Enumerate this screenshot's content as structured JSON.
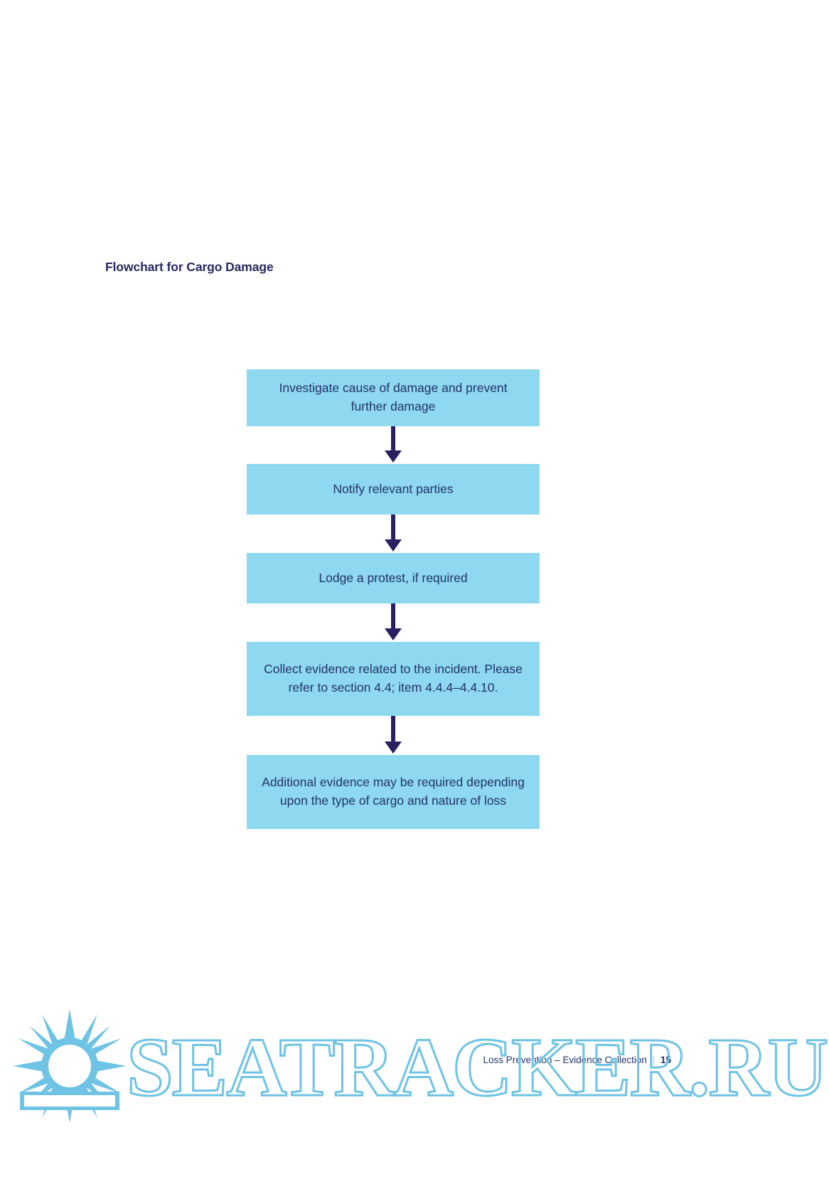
{
  "document": {
    "section_title": "Flowchart for Cargo Damage"
  },
  "flowchart": {
    "type": "flowchart",
    "orientation": "vertical",
    "node_fill_color": "#8ed8f0",
    "node_text_color": "#23336b",
    "connector_color": "#2a2060",
    "nodes": [
      {
        "id": "n1",
        "text": "Investigate cause of damage and prevent further damage"
      },
      {
        "id": "n2",
        "text": "Notify relevant parties"
      },
      {
        "id": "n3",
        "text": "Lodge a protest, if required"
      },
      {
        "id": "n4",
        "text": "Collect evidence related to the incident. Please refer to section 4.4; item 4.4.4–4.4.10."
      },
      {
        "id": "n5",
        "text": "Additional evidence may be required depending upon the type of cargo and nature of loss"
      }
    ],
    "edges": [
      {
        "from": "n1",
        "to": "n2",
        "arrow": "down"
      },
      {
        "from": "n2",
        "to": "n3",
        "arrow": "down"
      },
      {
        "from": "n3",
        "to": "n4",
        "arrow": "down"
      },
      {
        "from": "n4",
        "to": "n5",
        "arrow": "down"
      }
    ]
  },
  "footer": {
    "title": "Loss Prevention – Evidence Collection",
    "separator": "|",
    "page_number": "15"
  },
  "watermark": {
    "text": "SEATRACKER.RU",
    "color": "#6fc3e4",
    "logo": "sun-burst-logo"
  }
}
